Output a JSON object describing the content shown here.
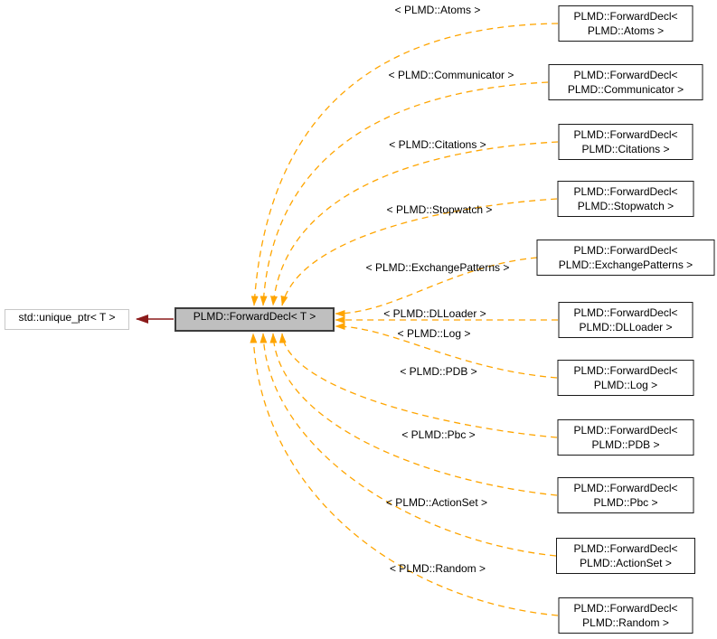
{
  "diagram": {
    "kind": "doxygen-template-instantiation-graph",
    "colors": {
      "template_edge": "#ffa500",
      "dependency_edge": "#8b1a1a",
      "current_node_fill": "#bfbfbf",
      "node_fill": "#ffffff",
      "node_border": "#1a1a1a",
      "base_node_border": "#c8c8c8"
    },
    "nodes": {
      "base": {
        "label": "std::unique_ptr< T >"
      },
      "current": {
        "label": "PLMD::ForwardDecl< T >"
      },
      "instantiations": [
        {
          "line1": "PLMD::ForwardDecl<",
          "line2": "PLMD::Atoms >",
          "edge_label": "< PLMD::Atoms >"
        },
        {
          "line1": "PLMD::ForwardDecl<",
          "line2": "PLMD::Communicator >",
          "edge_label": "< PLMD::Communicator >"
        },
        {
          "line1": "PLMD::ForwardDecl<",
          "line2": "PLMD::Citations >",
          "edge_label": "< PLMD::Citations >"
        },
        {
          "line1": "PLMD::ForwardDecl<",
          "line2": "PLMD::Stopwatch >",
          "edge_label": "< PLMD::Stopwatch >"
        },
        {
          "line1": "PLMD::ForwardDecl<",
          "line2": "PLMD::ExchangePatterns >",
          "edge_label": "< PLMD::ExchangePatterns >"
        },
        {
          "line1": "PLMD::ForwardDecl<",
          "line2": "PLMD::DLLoader >",
          "edge_label": "< PLMD::DLLoader >"
        },
        {
          "line1": "PLMD::ForwardDecl<",
          "line2": "PLMD::Log >",
          "edge_label": "< PLMD::Log >"
        },
        {
          "line1": "PLMD::ForwardDecl<",
          "line2": "PLMD::PDB >",
          "edge_label": "< PLMD::PDB >"
        },
        {
          "line1": "PLMD::ForwardDecl<",
          "line2": "PLMD::Pbc >",
          "edge_label": "< PLMD::Pbc >"
        },
        {
          "line1": "PLMD::ForwardDecl<",
          "line2": "PLMD::ActionSet >",
          "edge_label": "< PLMD::ActionSet >"
        },
        {
          "line1": "PLMD::ForwardDecl<",
          "line2": "PLMD::Random >",
          "edge_label": "< PLMD::Random >"
        }
      ]
    }
  }
}
